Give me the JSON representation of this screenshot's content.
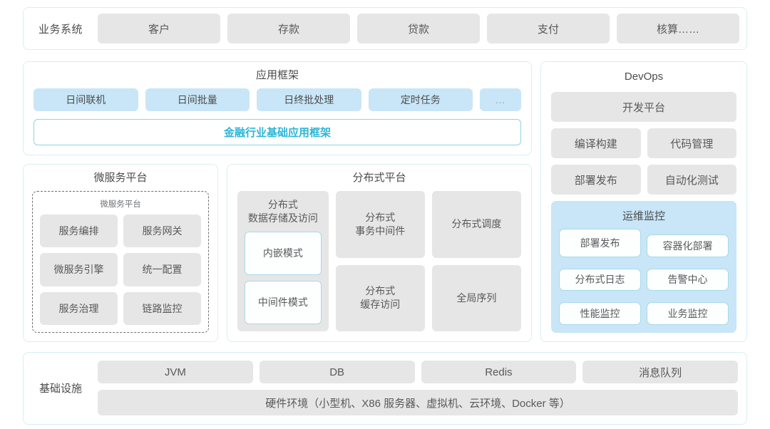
{
  "business_system": {
    "label": "业务系统",
    "items": [
      "客户",
      "存款",
      "贷款",
      "支付",
      "核算……"
    ]
  },
  "app_framework": {
    "title": "应用框架",
    "items": [
      "日间联机",
      "日间批量",
      "日终批处理",
      "定时任务"
    ],
    "ellipsis": "...",
    "base_bar": "金融行业基础应用框架",
    "base_bar_color": "#2cb5d6"
  },
  "microservice_platform": {
    "title": "微服务平台",
    "inner_title": "微服务平台",
    "items": [
      "服务编排",
      "服务网关",
      "微服务引擎",
      "统一配置",
      "服务治理",
      "链路监控"
    ]
  },
  "distributed_platform": {
    "title": "分布式平台",
    "storage": {
      "title_line1": "分布式",
      "title_line2": "数据存储及访问",
      "modes": [
        "内嵌模式",
        "中间件模式"
      ]
    },
    "cells": [
      {
        "line1": "分布式",
        "line2": "事务中间件"
      },
      {
        "line1": "分布式调度",
        "line2": ""
      },
      {
        "line1": "分布式",
        "line2": "缓存访问"
      },
      {
        "line1": "全局序列",
        "line2": ""
      }
    ]
  },
  "devops": {
    "title": "DevOps",
    "platform": "开发平台",
    "row1": [
      "编译构建",
      "代码管理"
    ],
    "row2": [
      "部署发布",
      "自动化测试"
    ],
    "ops": {
      "title": "运维监控",
      "items": [
        "部署发布",
        "容器化部署",
        "分布式日志",
        "告警中心",
        "性能监控",
        "业务监控"
      ],
      "bg_color": "#c8e6f7"
    }
  },
  "infrastructure": {
    "label": "基础设施",
    "items": [
      "JVM",
      "DB",
      "Redis",
      "消息队列"
    ],
    "hardware": "硬件环境（小型机、X86 服务器、虚拟机、云环境、Docker 等）"
  }
}
